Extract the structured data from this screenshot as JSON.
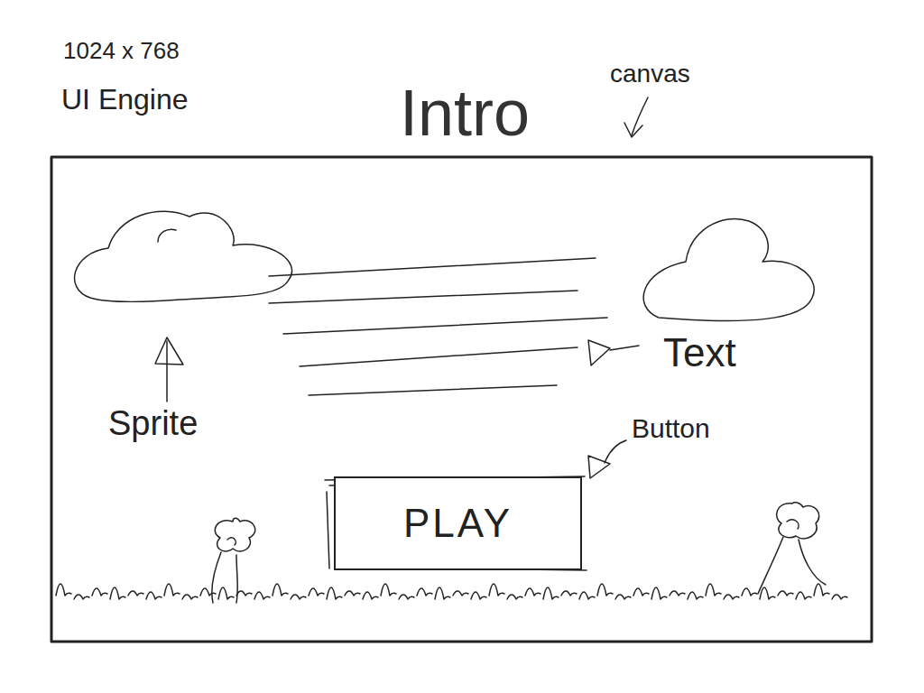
{
  "diagram": {
    "title": "Intro",
    "nodes": [
      {
        "text": [
          "PLAY"
        ]
      }
    ],
    "labels": [
      "1024 x 768",
      "UI Engine",
      "canvas",
      "Sprite",
      "Text",
      "Button"
    ]
  }
}
